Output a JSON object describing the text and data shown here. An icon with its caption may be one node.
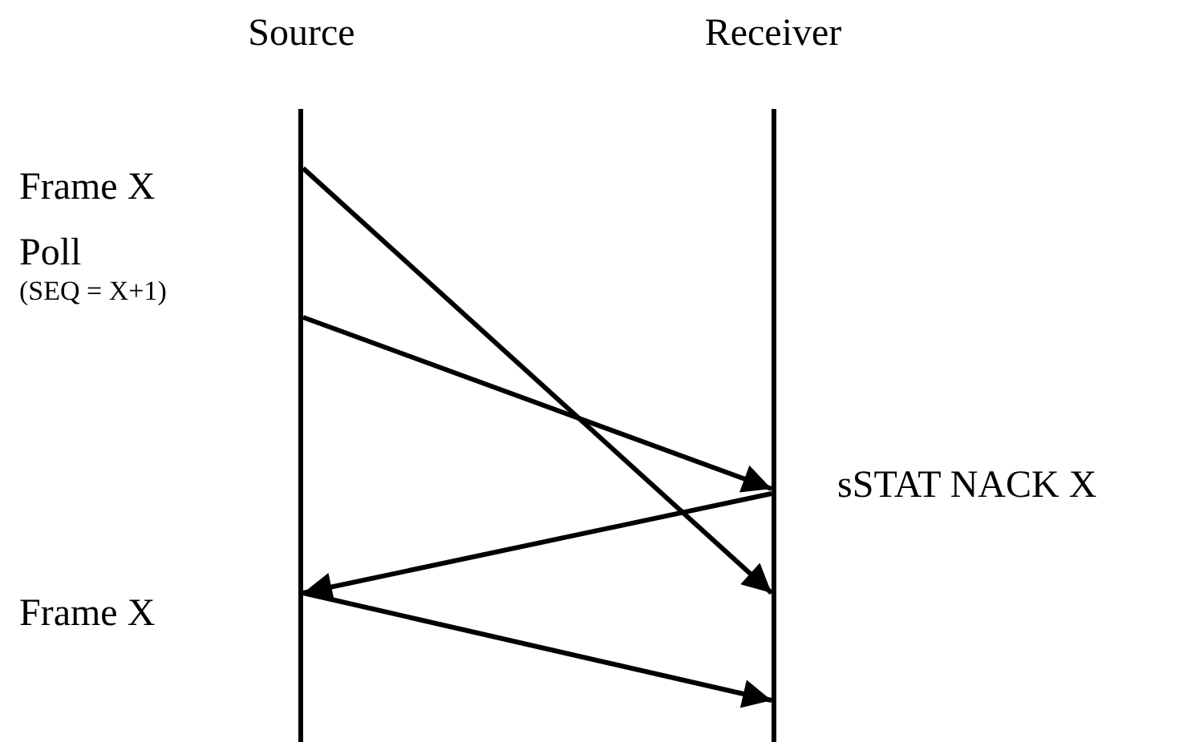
{
  "diagram": {
    "nodes": [
      {
        "text": [],
        "shape": "bar",
        "beside": [
          "Source"
        ]
      },
      {
        "text": [],
        "shape": "bar",
        "beside": [
          "Receiver"
        ]
      }
    ],
    "edges": [
      {
        "from": 0,
        "to": 1,
        "arrow": "to"
      },
      {
        "from": 0,
        "to": 1,
        "arrow": "to"
      },
      {
        "from": 1,
        "to": 0,
        "arrow": "to"
      },
      {
        "from": 0,
        "to": 1,
        "arrow": "to"
      }
    ],
    "labels": [
      "Frame X",
      "Poll",
      "(SEQ = X+1)",
      "sSTAT NACK X",
      "Frame X"
    ]
  }
}
